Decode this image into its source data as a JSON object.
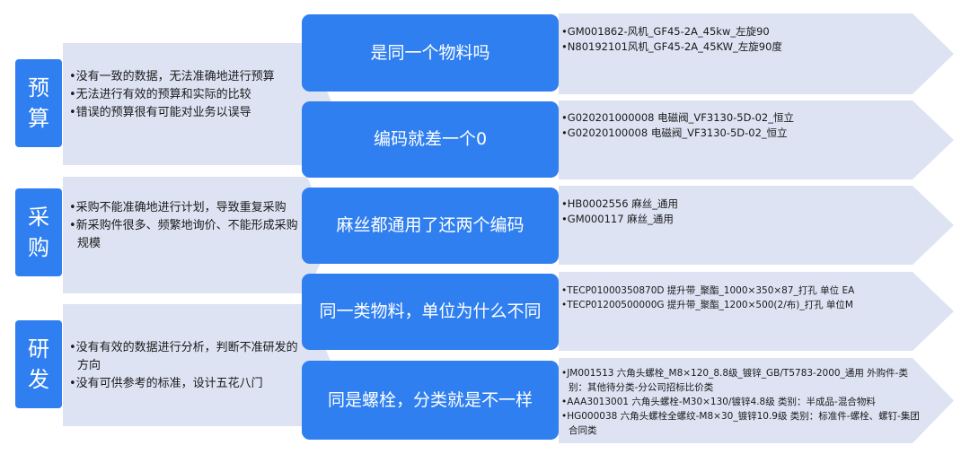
{
  "left_sections": [
    {
      "tag_chars": [
        "预",
        "算"
      ],
      "issues": [
        "•没有一致的数据，无法准确地进行预算",
        "•无法进行有效的预算和实际的比较",
        "•错误的预算很有可能对业务以误导"
      ]
    },
    {
      "tag_chars": [
        "采",
        "购"
      ],
      "issues": [
        "•采购不能准确地进行计划，导致重复采购",
        "•新采购件很多、频繁地询价、不能形成采购规模"
      ]
    },
    {
      "tag_chars": [
        "研",
        "发"
      ],
      "issues": [
        "•没有有效的数据进行分析，判断不准研发的方向",
        "•没有可供参考的标准，设计五花八门"
      ]
    }
  ],
  "right_rows": [
    {
      "question": "是同一个物料吗",
      "examples": [
        "•GM001862-风机_GF45-2A_45kw_左旋90",
        "•N80192101风机_GF45-2A_45KW_左旋90度"
      ]
    },
    {
      "question": "编码就差一个0",
      "examples": [
        "•G020201000008 电磁阀_VF3130-5D-02_恒立",
        "•G02020100008 电磁阀_VF3130-5D-02_恒立"
      ]
    },
    {
      "question": "麻丝都通用了还两个编码",
      "examples": [
        "•HB0002556 麻丝_通用",
        "•GM000117 麻丝_通用"
      ]
    },
    {
      "question": "同一类物料，单位为什么不同",
      "examples": [
        "•TECP01000350870D 提升带_聚酯_1000×350×87_打孔 单位 EA",
        "•TECP01200500000G 提升带_聚酯_1200×500(2/布)_打孔 单位M"
      ]
    },
    {
      "question": "同是螺栓，分类就是不一样",
      "examples": [
        "•JM001513 六角头螺栓_M8×120_8.8级_镀锌_GB/T5783-2000_通用 外购件-类别：其他待分类-分公司招标比价类",
        "•AAA3013001 六角头螺栓-M30×130/镀锌4.8级 类别：半成品-混合物料",
        "•HG000038 六角头螺栓全螺纹-M8×30_镀锌10.9级 类别：标准件-螺栓、螺钉-集团合同类"
      ]
    }
  ]
}
